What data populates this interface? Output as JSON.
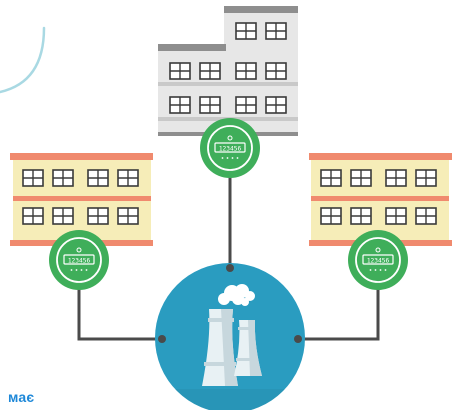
{
  "caption": {
    "text": "має"
  },
  "meters": [
    {
      "id": "meter-top",
      "reading": "123456"
    },
    {
      "id": "meter-left",
      "reading": "123456"
    },
    {
      "id": "meter-right",
      "reading": "123456"
    }
  ],
  "colors": {
    "caption": "#1E88D8",
    "connector": "#4A4A4A",
    "hub": "#2A9CC0",
    "hub_dark": "#237F9C",
    "meter_green": "#3FAE5A",
    "meter_inner": "#5CC46F",
    "tower": "#E8F1F4",
    "tower_shade": "#C7D7DD",
    "smoke": "#FFFFFF",
    "office_wall": "#E7E7E7",
    "office_roof": "#8E8E8E",
    "office_stripe": "#C9C9C9",
    "house_wall": "#F6EDB8",
    "house_roof": "#F08A6E",
    "window_frame": "#3A3A3A",
    "decor_arc": "#A9D9E3"
  },
  "icons": [
    "power-plant-icon",
    "smoke-icon",
    "electric-meter-icon"
  ]
}
